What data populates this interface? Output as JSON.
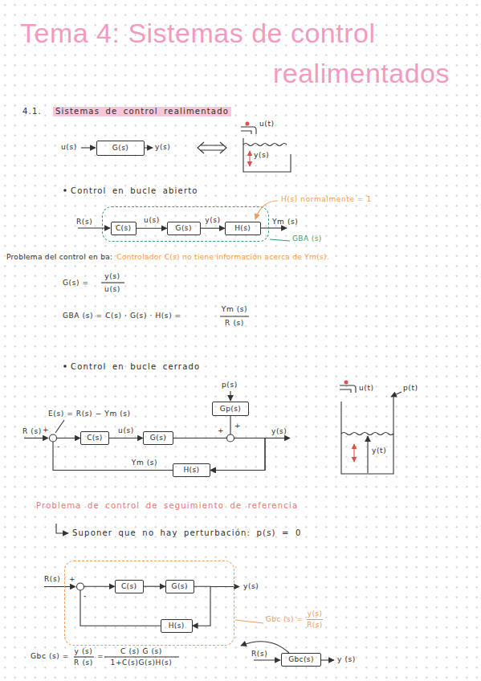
{
  "diagram": {
    "title": "Tema 4: Sistemas de control realimentados",
    "nodes": [
      {
        "text": [
          "G(s)"
        ]
      },
      {
        "text": [
          "GBA (s)"
        ]
      },
      {
        "text": [
          "C(s)"
        ],
        "in": 1
      },
      {
        "text": [
          "G(s)"
        ],
        "in": 1
      },
      {
        "text": [
          "H(s)"
        ],
        "in": 1
      },
      {
        "text": [
          "C(s)"
        ]
      },
      {
        "text": [
          "G(s)"
        ]
      },
      {
        "text": [
          "Gp(s)"
        ]
      },
      {
        "text": [
          "H(s)"
        ]
      },
      {
        "text": [
          "Gbc (s) =",
          "y(s)",
          "R(s)"
        ]
      },
      {
        "text": [
          "C(s)"
        ],
        "in": 9
      },
      {
        "text": [
          "G(s)"
        ],
        "in": 9
      },
      {
        "text": [
          "H(s)"
        ],
        "in": 9
      },
      {
        "text": [
          "Gbc(s)"
        ]
      }
    ],
    "edges": [
      {
        "from": 2,
        "to": 3,
        "label": "u(s)",
        "arrow": "to"
      },
      {
        "from": 3,
        "to": 4,
        "label": "y(s)",
        "arrow": "to"
      },
      {
        "from": 5,
        "to": 6,
        "label": "u(s)",
        "arrow": "to"
      },
      {
        "from": 6,
        "to": 8,
        "arrow": "to"
      },
      {
        "from": 7,
        "to": 8,
        "arrow": "to"
      },
      {
        "from": 8,
        "to": 5,
        "label": "Ym (s)",
        "arrow": "to"
      },
      {
        "from": 10,
        "to": 11,
        "arrow": "to"
      },
      {
        "from": 11,
        "to": 12,
        "arrow": "to"
      },
      {
        "from": 12,
        "to": 10,
        "arrow": "to"
      },
      {
        "from": 13,
        "to": 9,
        "arrow": "to"
      }
    ],
    "labels": [
      "4.1.",
      "Sistemas de control realimentado",
      "u(s)",
      "y(s)",
      "u(t)",
      "y(s)",
      "Control en bucle abierto",
      "R(s)",
      "Ym (s)",
      "H(s) normalmente = 1",
      "Problema del control en ba:",
      "Controlador C(s) no tiene información acerca de Ym(s).",
      "G(s) =",
      "y(s)",
      "u(s)",
      "GBA (s) = C(s) · G(s) · H(s) =",
      "Ym (s)",
      "R (s)",
      "Control en bucle cerrado",
      "E(s) = R(s) − Ym (s)",
      "R (s)",
      "+",
      "-",
      "p(s)",
      "+",
      "+",
      "y(s)",
      "u(t)",
      "p(t)",
      "y(t)",
      "Problema de control de seguimiento de referencia",
      "Suponer que no hay perturbación: p(s) = 0",
      "R(s)",
      "+",
      "-",
      "y(s)",
      "Gbc (s) =",
      "y (s)",
      "R (s)",
      "=",
      "C (s) G (s)",
      "1+C(s)G(s)H(s)",
      "R(s)",
      "y (s)"
    ]
  }
}
